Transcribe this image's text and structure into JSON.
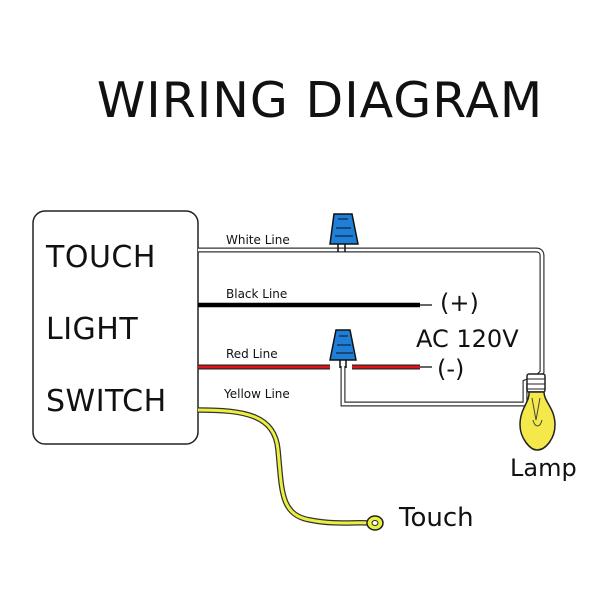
{
  "title": "WIRING DIAGRAM",
  "switch_box": {
    "lines": [
      "TOUCH",
      "LIGHT",
      "SWITCH"
    ]
  },
  "wires": {
    "white": {
      "label": "White Line",
      "color": "#ffffff"
    },
    "black": {
      "label": "Black Line",
      "color": "#000000"
    },
    "red": {
      "label": "Red Line",
      "color": "#e0141a"
    },
    "yellow": {
      "label": "Yellow Line",
      "color": "#eaf03c"
    }
  },
  "power": {
    "plus": "(+)",
    "supply": "AC 120V",
    "minus": "(-)"
  },
  "lamp": {
    "label": "Lamp",
    "color": "#f4e84a"
  },
  "touch_terminal": {
    "label": "Touch"
  },
  "connector_color": "#1f7fd8"
}
